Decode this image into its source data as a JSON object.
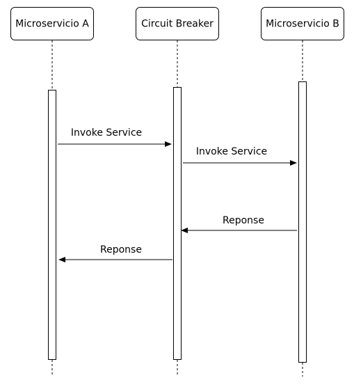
{
  "participants": [
    {
      "id": "a",
      "label": "Microservicio A"
    },
    {
      "id": "cb",
      "label": "Circuit Breaker"
    },
    {
      "id": "b",
      "label": "Microservicio B"
    }
  ],
  "messages": [
    {
      "from": "a",
      "to": "cb",
      "label": "Invoke Service"
    },
    {
      "from": "cb",
      "to": "b",
      "label": "Invoke Service"
    },
    {
      "from": "b",
      "to": "cb",
      "label": "Reponse"
    },
    {
      "from": "cb",
      "to": "a",
      "label": "Reponse"
    }
  ]
}
